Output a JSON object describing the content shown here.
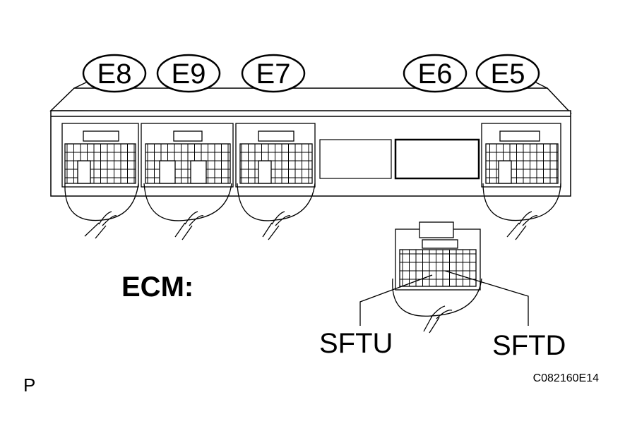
{
  "connectors": [
    {
      "id": "e8",
      "label": "E8"
    },
    {
      "id": "e9",
      "label": "E9"
    },
    {
      "id": "e7",
      "label": "E7"
    },
    {
      "id": "e6",
      "label": "E6"
    },
    {
      "id": "e5",
      "label": "E5"
    }
  ],
  "ecm_label": "ECM:",
  "pins": {
    "left": "SFTU",
    "right": "SFTD"
  },
  "figure_code": "C082160E14",
  "corner_mark": "P",
  "colors": {
    "ink": "#000000",
    "background": "#ffffff"
  }
}
